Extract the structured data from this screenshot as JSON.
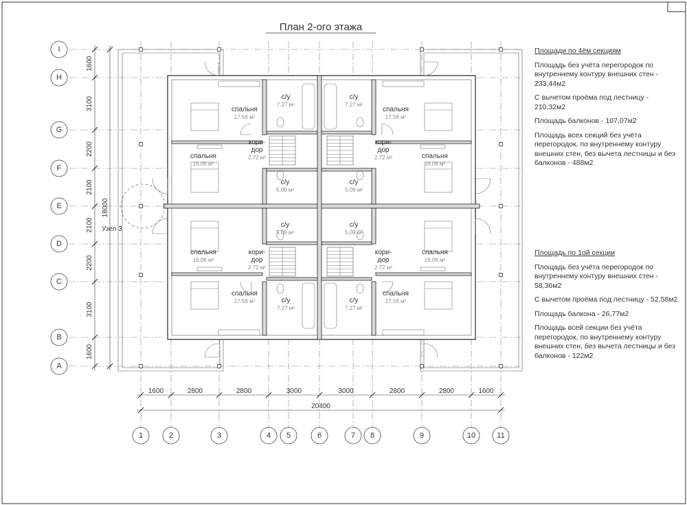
{
  "title": "План 2-ого этажа",
  "node_label": "Узел 3",
  "row_axes": [
    "I",
    "H",
    "G",
    "F",
    "E",
    "D",
    "C",
    "B",
    "A"
  ],
  "row_dims": [
    "1600",
    "3100",
    "2200",
    "2100",
    "2100",
    "2200",
    "3100",
    "1600"
  ],
  "total_height": "18000",
  "col_axes": [
    "1",
    "2",
    "3",
    "4",
    "5",
    "6",
    "7",
    "8",
    "9",
    "10",
    "11"
  ],
  "col_dims": [
    "1600",
    "2800",
    "2800",
    "3000",
    "3000",
    "2800",
    "2800",
    "1600"
  ],
  "total_width": "20400",
  "rooms": [
    {
      "name": "спальня",
      "area": "17.56 м²"
    },
    {
      "name": "с/у",
      "area": "7.27 м²"
    },
    {
      "name": "с/у",
      "area": "7.27 м²"
    },
    {
      "name": "спальня",
      "area": "17.56 м²"
    },
    {
      "name": "спальня",
      "area": "16.06 м²"
    },
    {
      "name": "кори-\nдор",
      "area": "2.72 м²"
    },
    {
      "name": "кори-\nдор",
      "area": "2.72 м²"
    },
    {
      "name": "спальня",
      "area": "16.06 м²"
    },
    {
      "name": "с/у",
      "area": "5.09 м²"
    },
    {
      "name": "с/у",
      "area": "5.09 м²"
    },
    {
      "name": "с/у",
      "area": "5.09 м²"
    },
    {
      "name": "с/у",
      "area": "5.09 м²"
    },
    {
      "name": "спальня",
      "area": "16.06 м²"
    },
    {
      "name": "кори-\nдор",
      "area": "2.72 м²"
    },
    {
      "name": "кори-\nдор",
      "area": "2.72 м²"
    },
    {
      "name": "спальня",
      "area": "16.06 м²"
    },
    {
      "name": "спальня",
      "area": "17.56 м²"
    },
    {
      "name": "с/у",
      "area": "7.27 м²"
    },
    {
      "name": "с/у",
      "area": "7.27 м²"
    },
    {
      "name": "спальня",
      "area": "17.56 м²"
    }
  ],
  "sections_all": {
    "heading": "Площади по 4ём секциям",
    "p1": "Площадь без учёта перегородок по внутреннему контуру внешних стен -  233,44м2",
    "p2": "С вычетом проёма под лестницу - 210,32м2",
    "p3": "Площадь балконов - 107,07м2",
    "p4": "Площадь всех секций без учёта перегородок, по внутреннему контуру внешних стен, без вычета лестницы и без балконов -  488м2"
  },
  "section_one": {
    "heading": "Площадь по 1ой секции",
    "p1": "Площадь без учёта перегородок по внутреннему контуру внешних стен -  58,36м2",
    "p2": "С вычетом проёма под лестницу - 52,58м2",
    "p3": "Площадь балкона - 26,77м2",
    "p4": "Площадь всей секции без учёта перегородок, по внутреннему контуру внешних стен, без вычета лестницы и без балконов - 122м2"
  }
}
